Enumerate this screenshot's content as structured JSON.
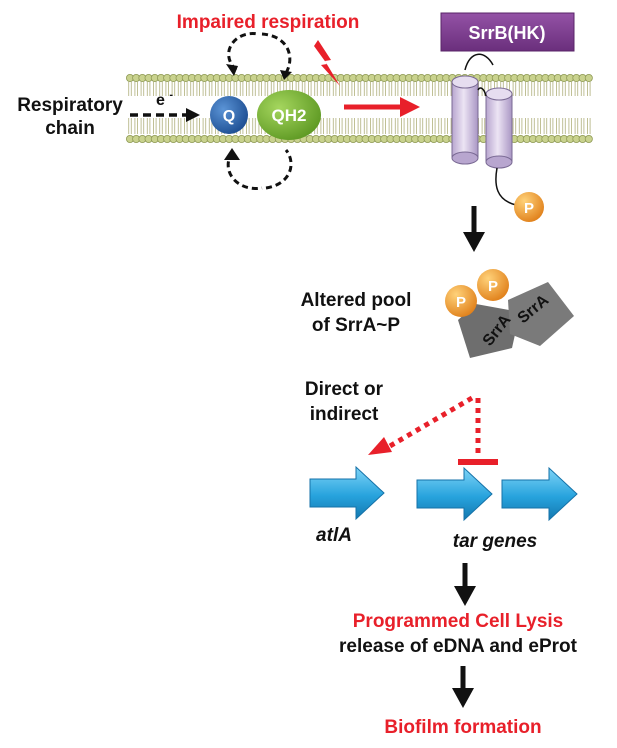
{
  "labels": {
    "impaired_respiration": "Impaired respiration",
    "srrb": "SrrB(HK)",
    "respiratory_line1": "Respiratory",
    "respiratory_line2": "chain",
    "electron": "e",
    "electron_sup": "-",
    "q": "Q",
    "qh2": "QH2",
    "phosphate": "P",
    "altered_line1": "Altered pool",
    "altered_line2": "of SrrA~P",
    "srra_1": "SrrA",
    "srra_2": "SrrA",
    "direct_line1": "Direct or",
    "direct_line2": "indirect",
    "atla": "atlA",
    "tar_genes": "tar genes",
    "programmed_lysis": "Programmed Cell Lysis",
    "release": "release of eDNA and eProt",
    "biofilm": "Biofilm formation"
  },
  "colors": {
    "red_text": "#e8202a",
    "red_arrow": "#e8202a",
    "srrb_box": "#7d3c8c",
    "q_circle": "#2e69b3",
    "qh2_circle": "#7dbb3a",
    "membrane_head": "#c9d28e",
    "membrane_tail": "#b9b98a",
    "receptor": "#d6c8e4",
    "phosphate": "#f2a01f",
    "srra_protein": "#6e6e6e",
    "gene_arrow": "#29a6e0",
    "black": "#111111"
  }
}
